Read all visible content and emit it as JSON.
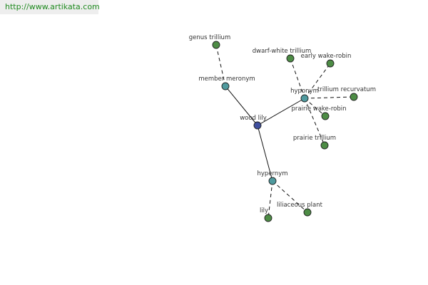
{
  "watermark": {
    "url": "http://www.artikata.com"
  },
  "colors": {
    "center": "#3f4f9e",
    "relation": "#4f9a9e",
    "leaf": "#4d8c45",
    "edge": "#111111"
  },
  "graph": {
    "nodes": [
      {
        "id": "wood-lily",
        "label": "wood lily",
        "kind": "center"
      },
      {
        "id": "member-meronym",
        "label": "member meronym",
        "kind": "relation"
      },
      {
        "id": "hyponym",
        "label": "hyponym",
        "kind": "relation"
      },
      {
        "id": "hypernym",
        "label": "hypernym",
        "kind": "relation"
      },
      {
        "id": "genus-trillium",
        "label": "genus trillium",
        "kind": "leaf"
      },
      {
        "id": "dwarf-white-trillium",
        "label": "dwarf-white trillium",
        "kind": "leaf"
      },
      {
        "id": "early-wake-robin",
        "label": "early wake-robin",
        "kind": "leaf"
      },
      {
        "id": "trillium-recurvatum",
        "label": "trillium recurvatum",
        "kind": "leaf"
      },
      {
        "id": "prairie-wake-robin",
        "label": "prairie wake-robin",
        "kind": "leaf"
      },
      {
        "id": "prairie-trillium",
        "label": "prairie trillium",
        "kind": "leaf"
      },
      {
        "id": "lily",
        "label": "lily",
        "kind": "leaf"
      },
      {
        "id": "liliaceous-plant",
        "label": "liliaceous plant",
        "kind": "leaf"
      }
    ],
    "edges": [
      {
        "from": "wood-lily",
        "to": "member-meronym",
        "style": "solid"
      },
      {
        "from": "wood-lily",
        "to": "hyponym",
        "style": "solid"
      },
      {
        "from": "wood-lily",
        "to": "hypernym",
        "style": "solid"
      },
      {
        "from": "member-meronym",
        "to": "genus-trillium",
        "style": "dashed"
      },
      {
        "from": "hyponym",
        "to": "dwarf-white-trillium",
        "style": "dashed"
      },
      {
        "from": "hyponym",
        "to": "early-wake-robin",
        "style": "dashed"
      },
      {
        "from": "hyponym",
        "to": "trillium-recurvatum",
        "style": "dashed"
      },
      {
        "from": "hyponym",
        "to": "prairie-wake-robin",
        "style": "dashed"
      },
      {
        "from": "hyponym",
        "to": "prairie-trillium",
        "style": "dashed"
      },
      {
        "from": "hypernym",
        "to": "lily",
        "style": "dashed"
      },
      {
        "from": "hypernym",
        "to": "liliaceous-plant",
        "style": "dashed"
      }
    ]
  }
}
